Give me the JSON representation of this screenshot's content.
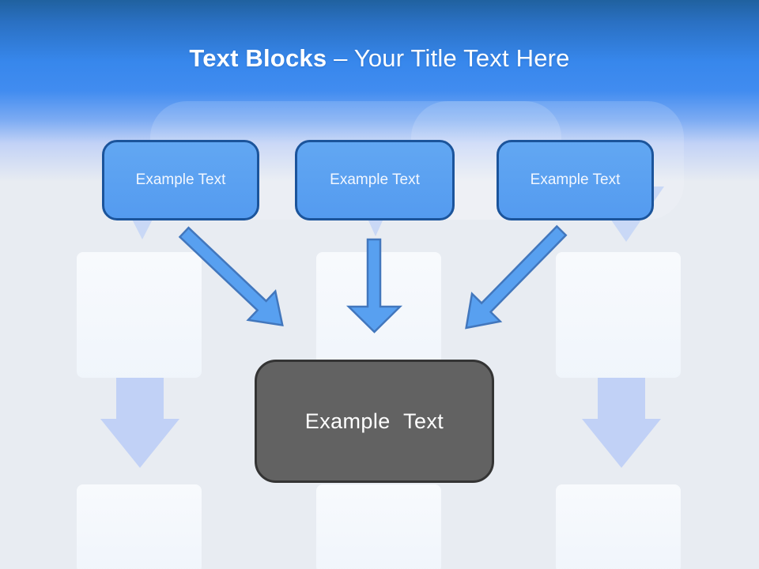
{
  "slide": {
    "title": {
      "bold_text": "Text Blocks",
      "regular_text": "– Your Title Text Here"
    },
    "source_blocks": [
      {
        "label": "Example Text"
      },
      {
        "label": "Example Text"
      },
      {
        "label": "Example Text"
      }
    ],
    "target_block": {
      "label": "Example Text"
    },
    "arrows": [
      {
        "name": "diagonal-arrow-down-right"
      },
      {
        "name": "straight-arrow-down"
      },
      {
        "name": "diagonal-arrow-down-left"
      }
    ],
    "colors": {
      "header_gradient_top": "#20619F",
      "header_gradient_bright": "#3E8BF0",
      "page_background": "#E8ECF2",
      "block_fill": "#5AA0F0",
      "block_border": "#1B549B",
      "block_text": "#F2F7FF",
      "arrow_fill": "#58A0F0",
      "arrow_stroke": "#4277BD",
      "target_fill": "#626262",
      "target_border": "#343434",
      "ghost_shape": "#C9D8F6",
      "ghost_arrow": "#C1D1F6",
      "title_text": "#FFFFFF"
    }
  }
}
